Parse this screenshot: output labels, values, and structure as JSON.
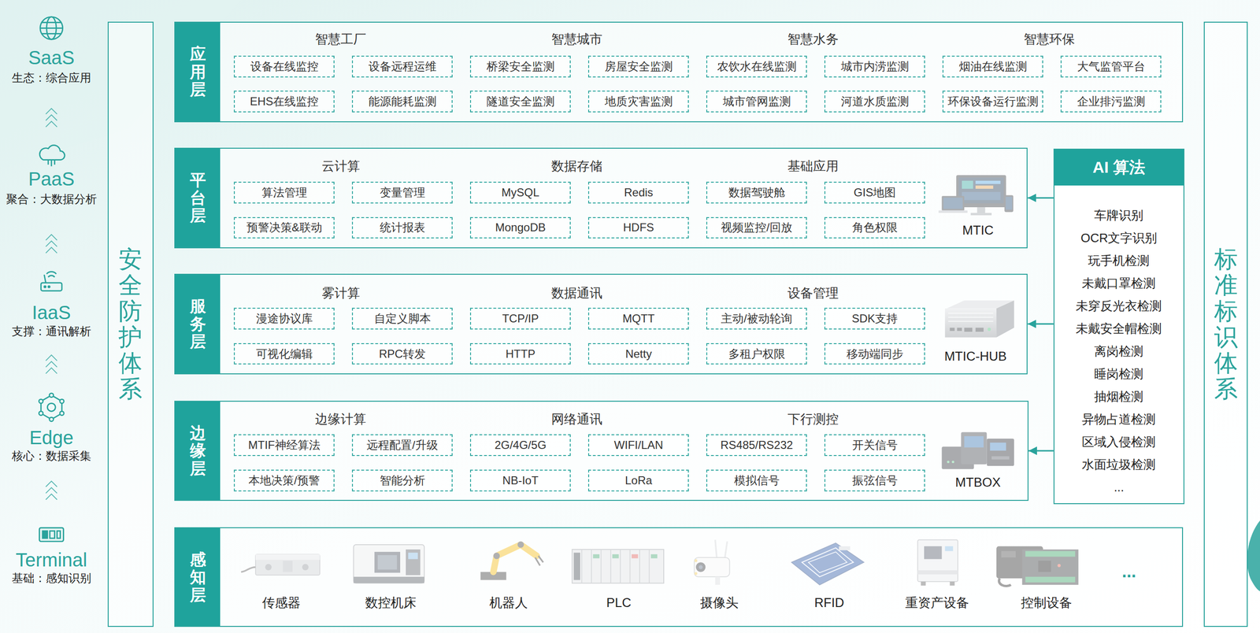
{
  "diagram": {
    "nodes": [
      {
        "text": [
          "安全防护体系"
        ]
      },
      {
        "text": [
          "应用层"
        ]
      },
      {
        "text": [
          "设备在线监控"
        ],
        "in": 1
      },
      {
        "text": [
          "设备远程运维"
        ],
        "in": 1
      },
      {
        "text": [
          "桥梁安全监测"
        ],
        "in": 1
      },
      {
        "text": [
          "房屋安全监测"
        ],
        "in": 1
      },
      {
        "text": [
          "农饮水在线监测"
        ],
        "in": 1
      },
      {
        "text": [
          "城市内涝监测"
        ],
        "in": 1
      },
      {
        "text": [
          "烟油在线监测"
        ],
        "in": 1
      },
      {
        "text": [
          "大气监管平台"
        ],
        "in": 1
      },
      {
        "text": [
          "EHS在线监控"
        ],
        "in": 1
      },
      {
        "text": [
          "能源能耗监测"
        ],
        "in": 1
      },
      {
        "text": [
          "隧道安全监测"
        ],
        "in": 1
      },
      {
        "text": [
          "地质灾害监测"
        ],
        "in": 1
      },
      {
        "text": [
          "城市管网监测"
        ],
        "in": 1
      },
      {
        "text": [
          "河道水质监测"
        ],
        "in": 1
      },
      {
        "text": [
          "环保设备运行监测"
        ],
        "in": 1
      },
      {
        "text": [
          "企业排污监测"
        ],
        "in": 1
      },
      {
        "text": [
          "平台层"
        ]
      },
      {
        "text": [
          "算法管理"
        ],
        "in": 18
      },
      {
        "text": [
          "变量管理"
        ],
        "in": 18
      },
      {
        "text": [
          "MySQL"
        ],
        "in": 18
      },
      {
        "text": [
          "Redis"
        ],
        "in": 18
      },
      {
        "text": [
          "数据驾驶舱"
        ],
        "in": 18
      },
      {
        "text": [
          "GIS地图"
        ],
        "in": 18
      },
      {
        "text": [
          "预警决策&联动"
        ],
        "in": 18
      },
      {
        "text": [
          "统计报表"
        ],
        "in": 18
      },
      {
        "text": [
          "MongoDB"
        ],
        "in": 18
      },
      {
        "text": [
          "HDFS"
        ],
        "in": 18
      },
      {
        "text": [
          "视频监控/回放"
        ],
        "in": 18
      },
      {
        "text": [
          "角色权限"
        ],
        "in": 18
      },
      {
        "text": [
          "服务层"
        ]
      },
      {
        "text": [
          "漫途协议库"
        ],
        "in": 31
      },
      {
        "text": [
          "自定义脚本"
        ],
        "in": 31
      },
      {
        "text": [
          "TCP/IP"
        ],
        "in": 31
      },
      {
        "text": [
          "MQTT"
        ],
        "in": 31
      },
      {
        "text": [
          "主动/被动轮询"
        ],
        "in": 31
      },
      {
        "text": [
          "SDK支持"
        ],
        "in": 31
      },
      {
        "text": [
          "可视化编辑"
        ],
        "in": 31
      },
      {
        "text": [
          "RPC转发"
        ],
        "in": 31
      },
      {
        "text": [
          "HTTP"
        ],
        "in": 31
      },
      {
        "text": [
          "Netty"
        ],
        "in": 31
      },
      {
        "text": [
          "多租户权限"
        ],
        "in": 31
      },
      {
        "text": [
          "移动端同步"
        ],
        "in": 31
      },
      {
        "text": [
          "边缘层"
        ]
      },
      {
        "text": [
          "MTIF神经算法"
        ],
        "in": 44
      },
      {
        "text": [
          "远程配置/升级"
        ],
        "in": 44
      },
      {
        "text": [
          "2G/4G/5G"
        ],
        "in": 44
      },
      {
        "text": [
          "WIFI/LAN"
        ],
        "in": 44
      },
      {
        "text": [
          "RS485/RS232"
        ],
        "in": 44
      },
      {
        "text": [
          "开关信号"
        ],
        "in": 44
      },
      {
        "text": [
          "本地决策/预警"
        ],
        "in": 44
      },
      {
        "text": [
          "智能分析"
        ],
        "in": 44
      },
      {
        "text": [
          "NB-IoT"
        ],
        "in": 44
      },
      {
        "text": [
          "LoRa"
        ],
        "in": 44
      },
      {
        "text": [
          "模拟信号"
        ],
        "in": 44
      },
      {
        "text": [
          "振弦信号"
        ],
        "in": 44
      },
      {
        "text": [
          "感知层"
        ]
      },
      {
        "text": [
          "AI 算法",
          "车牌识别",
          "OCR文字识别",
          "玩手机检测",
          "未戴口罩检测",
          "未穿反光衣检测",
          "未戴安全帽检测",
          "离岗检测",
          "睡岗检测",
          "抽烟检测",
          "异物占道检测",
          "区域入侵检测",
          "水面垃圾检测",
          "..."
        ]
      },
      {
        "text": [
          "标准标识体系"
        ]
      }
    ],
    "edges": [
      {
        "from": 58,
        "to": 18,
        "arrow": "to"
      },
      {
        "from": 58,
        "to": 31,
        "arrow": "to"
      },
      {
        "from": 58,
        "to": 44,
        "arrow": "to"
      }
    ],
    "labels": [
      "SaaS",
      "生态：综合应用",
      "PaaS",
      "聚合：大数据分析",
      "IaaS",
      "支撑：通讯解析",
      "Edge",
      "核心：数据采集",
      "Terminal",
      "基础：感知识别",
      "智慧工厂",
      "智慧城市",
      "智慧水务",
      "智慧环保",
      "云计算",
      "数据存储",
      "基础应用",
      "MTIC",
      "雾计算",
      "数据通讯",
      "设备管理",
      "MTIC-HUB",
      "边缘计算",
      "网络通讯",
      "下行测控",
      "MTBOX",
      "传感器",
      "数控机床",
      "机器人",
      "PLC",
      "摄像头",
      "RFID",
      "重资产设备",
      "控制设备",
      "..."
    ]
  }
}
